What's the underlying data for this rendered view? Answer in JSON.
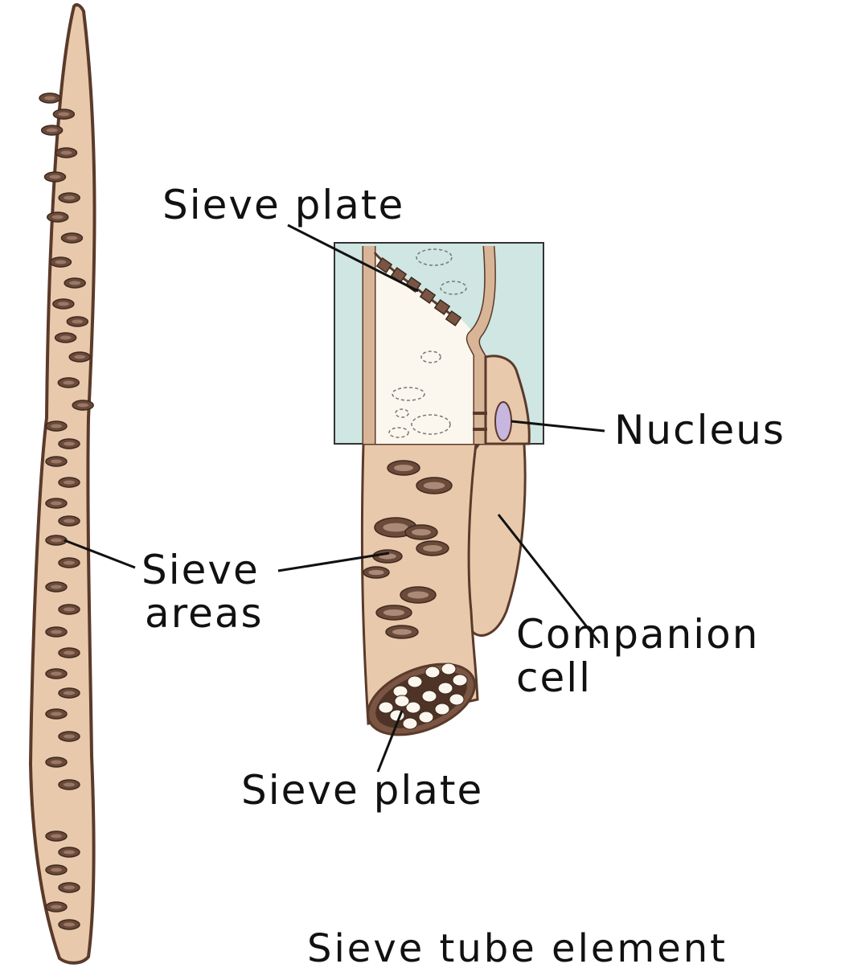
{
  "labels": {
    "sieve_plate_top": "Sieve plate",
    "nucleus": "Nucleus",
    "sieve_areas_line1": "Sieve",
    "sieve_areas_line2": "areas",
    "companion_line1": "Companion",
    "companion_line2": "cell",
    "sieve_plate_bottom": "Sieve plate",
    "caption": "Sieve tube element"
  },
  "colors": {
    "cell_fill": "#e9c9ac",
    "cell_outline": "#5a3a2a",
    "pore_fill": "#6b4a3a",
    "inset_bg": "#cfe6e3",
    "lumen": "#fbf7ee",
    "nucleus_fill": "#c7b6de",
    "plate_dark": "#7a5543"
  }
}
